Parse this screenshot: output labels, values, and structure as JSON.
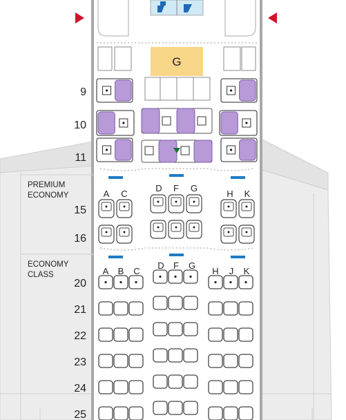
{
  "galley_label": "G",
  "sections": {
    "premium": [
      "PREMIUM",
      "ECONOMY"
    ],
    "economy": [
      "ECONOMY",
      "CLASS"
    ]
  },
  "rows": {
    "business": [
      "9",
      "10",
      "11"
    ],
    "premium": [
      "15",
      "16"
    ],
    "economy": [
      "20",
      "21",
      "22",
      "23",
      "24",
      "25"
    ]
  },
  "letters": {
    "premium": [
      "A",
      "C",
      "D",
      "F",
      "G",
      "H",
      "K"
    ],
    "economy": [
      "A",
      "B",
      "C",
      "D",
      "F",
      "G",
      "H",
      "J",
      "K"
    ]
  },
  "icons": {
    "exit": "exit-arrow-icon",
    "lavatory": "lavatory-icon",
    "bassinet": "bassinet-icon",
    "seat_available": "seat-available-icon",
    "seat_selected": "seat-business-icon"
  },
  "colors": {
    "galley": "#f8d687",
    "business_seat": "#b79ad7",
    "exit_arrow": "#d0142b",
    "bassinet": "#1f7bc4",
    "lavatory": "#cfe9f5",
    "fuselage": "#a8a8a8",
    "wing": "#e9e9e9",
    "triangle": "#1f6e3a"
  }
}
